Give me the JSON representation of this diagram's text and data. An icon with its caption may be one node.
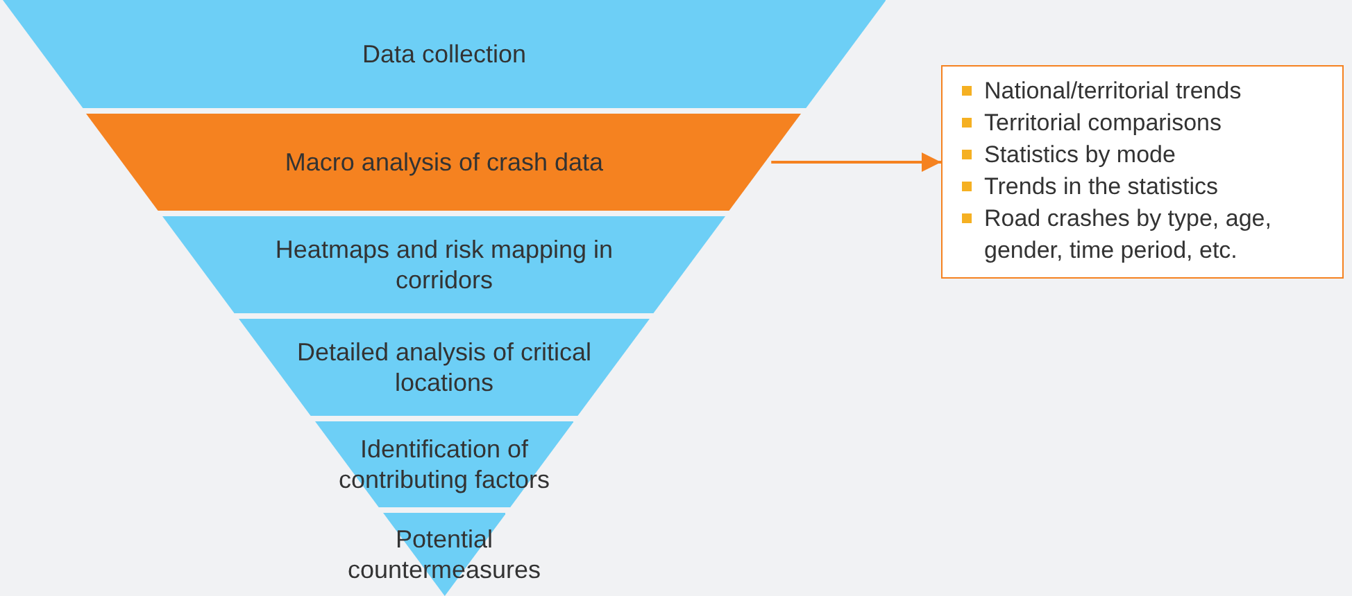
{
  "diagram": {
    "nodes": [
      {
        "text": [
          "Data collection"
        ]
      },
      {
        "text": [
          "Macro analysis of crash data"
        ]
      },
      {
        "text": [
          "Heatmaps and risk mapping in corridors"
        ]
      },
      {
        "text": [
          "Detailed analysis of critical locations"
        ]
      },
      {
        "text": [
          "Identification of contributing factors"
        ]
      },
      {
        "text": [
          "Potential countermeasures"
        ]
      },
      {
        "text": [
          "National/territorial trends",
          "Territorial comparisons",
          "Statistics by mode",
          "Trends in the statistics",
          "Road crashes by type, age, gender, time period, etc."
        ]
      }
    ],
    "edges": [
      {
        "from": 1,
        "to": 6,
        "arrow": "to",
        "color": "#f58220"
      }
    ]
  }
}
